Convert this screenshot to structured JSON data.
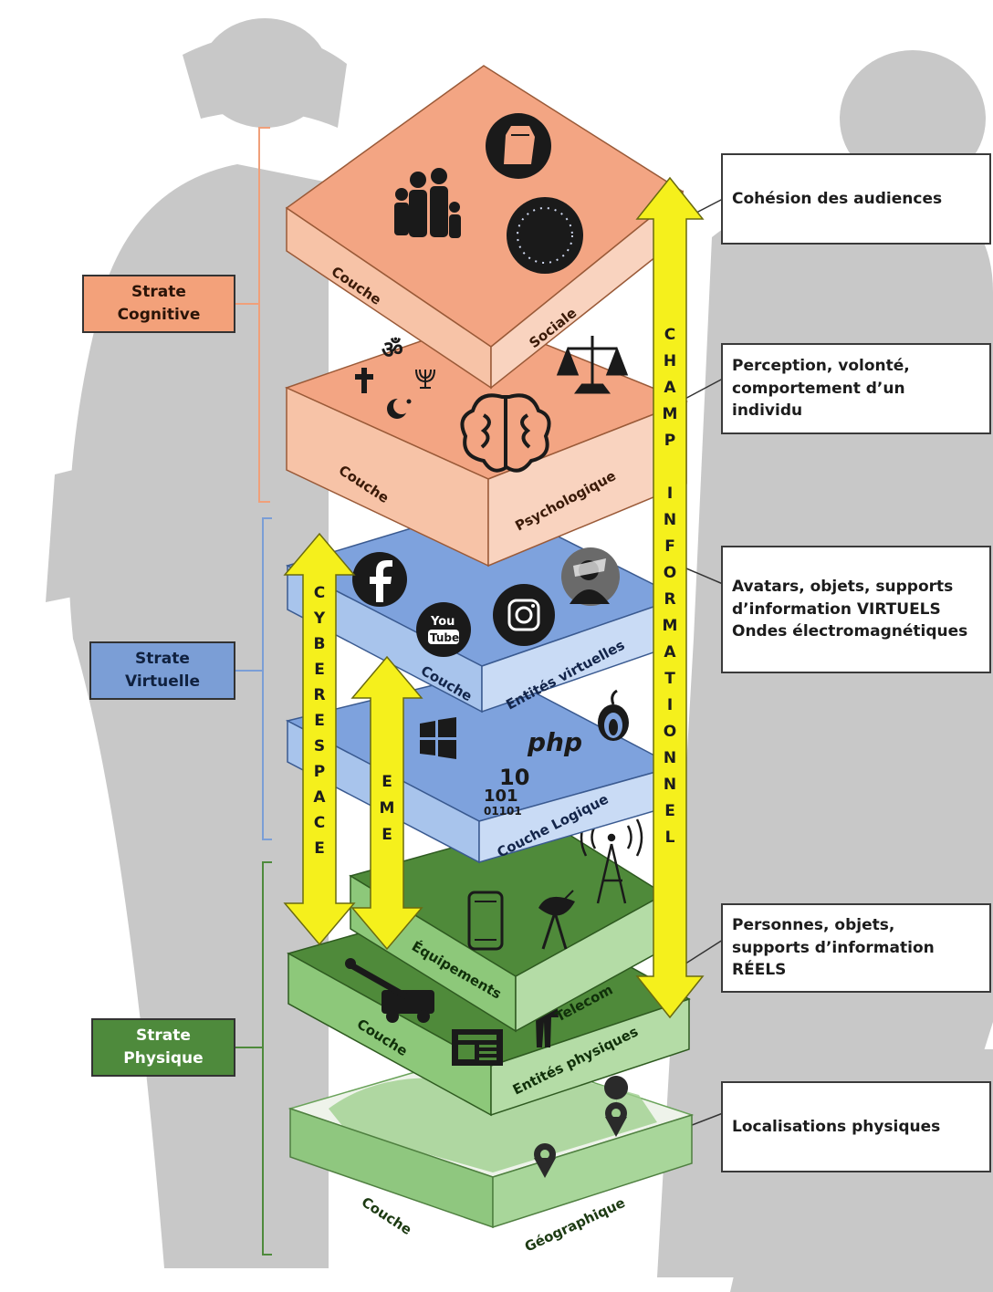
{
  "strata": {
    "cognitive": {
      "line1": "Strate",
      "line2": "Cognitive",
      "color": "#f3a17a"
    },
    "virtual": {
      "line1": "Strate",
      "line2": "Virtuelle",
      "color": "#7b9ed6"
    },
    "physical": {
      "line1": "Strate",
      "line2": "Physique",
      "color": "#4e8a3c"
    }
  },
  "layers": {
    "sociale": {
      "left": "Couche",
      "right": "Sociale",
      "color": "#f3a583"
    },
    "psychologique": {
      "left": "Couche",
      "right": "Psychologique",
      "color": "#f3a583"
    },
    "entites_virtuelles": {
      "left": "Couche",
      "right": "Entités virtuelles",
      "color": "#7ea2dd"
    },
    "logique": {
      "right": "Couche Logique",
      "color": "#7ea2dd"
    },
    "equipements": {
      "left": "Équipements",
      "right": "Telecom",
      "color": "#4f8a3a"
    },
    "entites_physiques": {
      "left": "Couche",
      "right": "Entités physiques",
      "color": "#4f8a3a"
    },
    "geographique": {
      "left": "Couche",
      "right": "Géographique",
      "color": "#8fc77f"
    }
  },
  "arrows": {
    "champ": "CHAMP INFORMATIONNEL",
    "cyberespace": "CYBERESPACE",
    "eme": "EME",
    "color": "#f5f01c"
  },
  "icon_text": {
    "php": "php",
    "binary_top": "10",
    "binary_mid": "101",
    "binary_bot": "01101",
    "youtube_top": "You",
    "youtube_bot": "Tube"
  },
  "callouts": {
    "c1": [
      "Cohésion des audiences"
    ],
    "c2": [
      "Perception, volonté,",
      "comportement d’un individu"
    ],
    "c3": [
      "Avatars, objets, supports",
      "d’information VIRTUELS",
      "Ondes électromagnétiques"
    ],
    "c4": [
      "Personnes, objets,",
      "supports d’information",
      "RÉELS"
    ],
    "c5": [
      "Localisations physiques"
    ]
  },
  "icons": [
    "family-icon",
    "fist-icon",
    "eu-flag-icon",
    "om-icon",
    "cross-icon",
    "crescent-icon",
    "menorah-icon",
    "brain-icon",
    "scales-icon",
    "facebook-icon",
    "youtube-icon",
    "instagram-icon",
    "hacker-icon",
    "windows-icon",
    "php-icon",
    "binary-icon",
    "onion-icon",
    "antenna-icon",
    "smartphone-icon",
    "satellite-dish-icon",
    "radio-tower-icon",
    "howitzer-icon",
    "soldier-icon",
    "newspaper-icon",
    "map-pin-icon"
  ]
}
